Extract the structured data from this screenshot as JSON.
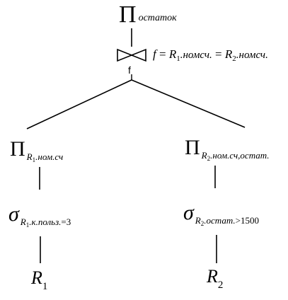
{
  "diagram": {
    "root": {
      "operator": "Π",
      "subscript": "остаток"
    },
    "join": {
      "label": "f",
      "condition": "f = R1.номсч. = R2.номсч.",
      "condition_parts": {
        "f": "f",
        "eq1": " = ",
        "r1": "R",
        "r1_sub": "1",
        "r1_attr": ".номсч.",
        "eq2": " = ",
        "r2": "R",
        "r2_sub": "2",
        "r2_attr": ".номсч."
      }
    },
    "left": {
      "projection": {
        "operator": "Π",
        "rel": "R",
        "rel_sub": "1",
        "attrs": ".ном.сч"
      },
      "selection": {
        "operator": "σ",
        "rel": "R",
        "rel_sub": "1",
        "attrs": ".к.польз.",
        "cmp": "=3"
      },
      "relation": {
        "name": "R",
        "sub": "1"
      }
    },
    "right": {
      "projection": {
        "operator": "Π",
        "rel": "R",
        "rel_sub": "2",
        "attrs": ".ном.сч,остат."
      },
      "selection": {
        "operator": "σ",
        "rel": "R",
        "rel_sub": "2",
        "attrs": ".остат.",
        "cmp": ">1500"
      },
      "relation": {
        "name": "R",
        "sub": "2"
      }
    }
  }
}
